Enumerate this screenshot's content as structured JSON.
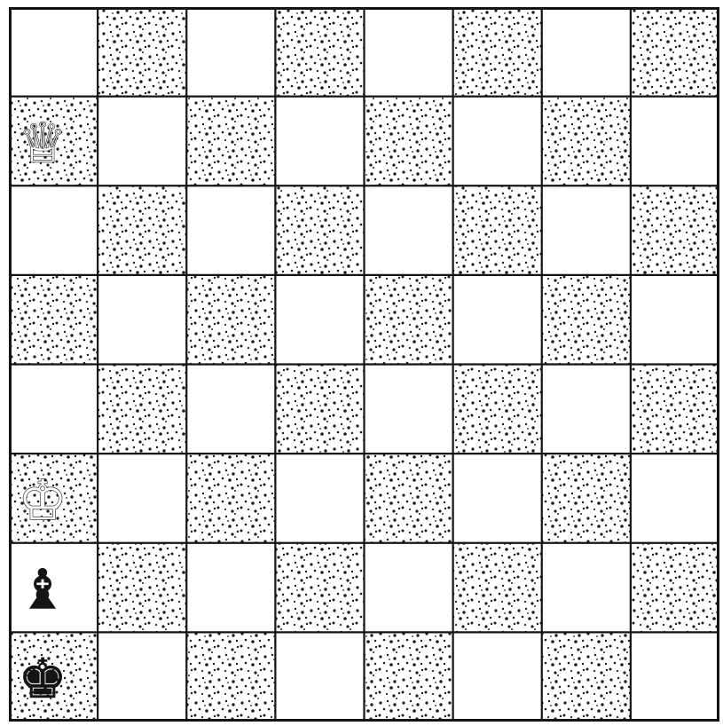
{
  "board": {
    "files": 8,
    "ranks": 8,
    "top_left_square": "light",
    "colors": {
      "ink": "#141414",
      "paper": "#ffffff",
      "stipple": "#1c1c1c",
      "light_piece_fill": "#ffffff"
    }
  },
  "pieces": [
    {
      "square": "a7",
      "type": "queen",
      "color": "white",
      "glyph": "♕",
      "icon": "queen-icon"
    },
    {
      "square": "a3",
      "type": "king",
      "color": "white",
      "glyph": "♔",
      "icon": "king-icon"
    },
    {
      "square": "a2",
      "type": "bishop",
      "color": "black",
      "glyph": "♝",
      "icon": "bishop-icon"
    },
    {
      "square": "a1",
      "type": "king",
      "color": "black",
      "glyph": "♚",
      "icon": "king-icon"
    }
  ]
}
